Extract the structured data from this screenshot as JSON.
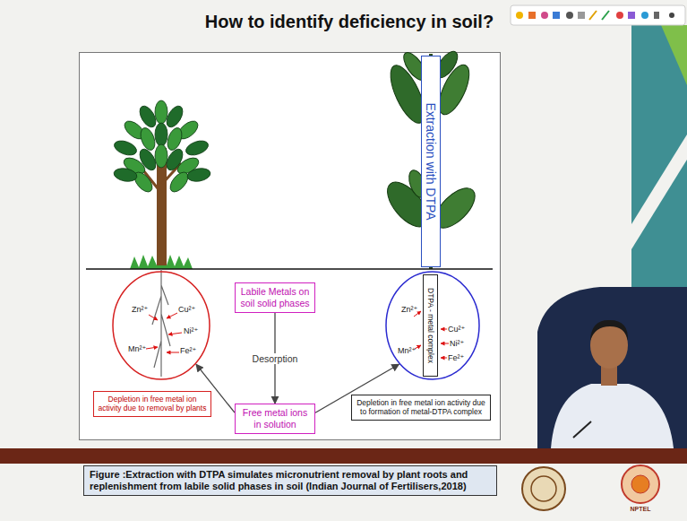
{
  "diagram": {
    "title": "How to identify deficiency in soil?",
    "caption": "Figure :Extraction with DTPA simulates micronutrient removal by plant roots and replenishment from labile solid phases in soil (Indian Journal of Fertilisers,2018)",
    "nodes": [
      {
        "text": [
          "Zn²⁺",
          "Cu²⁺",
          "Ni²⁺",
          "Mn²⁺",
          "Fe²⁺"
        ]
      },
      {
        "text": [
          "Depletion in free metal ion activity due to removal by plants"
        ]
      },
      {
        "text": [
          "Labile Metals on soil solid phases"
        ]
      },
      {
        "text": [
          "Free metal ions in solution"
        ]
      },
      {
        "text": [
          "Extraction with DTPA"
        ]
      },
      {
        "text": [
          "Zn²⁺",
          "Cu²⁺",
          "Ni²⁺",
          "Mn²⁺",
          "Fe²⁺"
        ]
      },
      {
        "text": [
          "DTPA - metal complex"
        ],
        "in": 5
      },
      {
        "text": [
          "Depletion in free metal ion activity due to formation of metal-DTPA complex"
        ]
      }
    ],
    "edges": [
      {
        "from": 2,
        "to": 3,
        "arrow": "to",
        "label": "Desorption"
      },
      {
        "from": 3,
        "to": 0,
        "arrow": "to"
      },
      {
        "from": 3,
        "to": 5,
        "arrow": "to"
      }
    ],
    "labels": [
      "NPTEL"
    ]
  }
}
